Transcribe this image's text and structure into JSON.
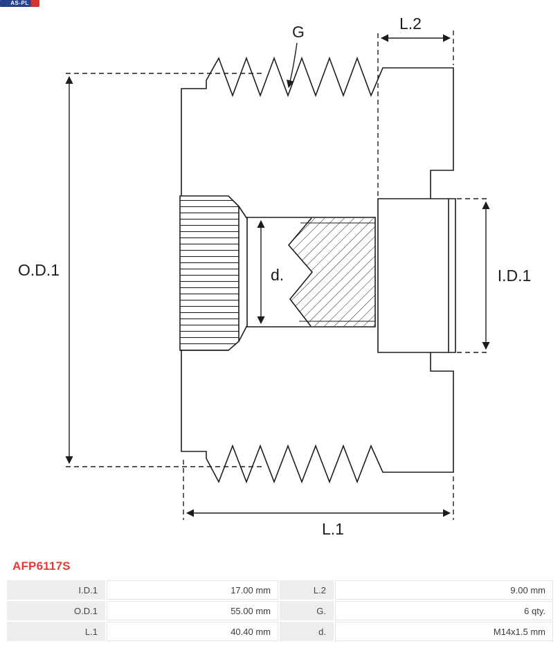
{
  "brand": {
    "logo_text": "AS-PL"
  },
  "product": {
    "code": "AFP6117S"
  },
  "diagram": {
    "labels": {
      "groove": "G",
      "length2": "L.2",
      "outer_diameter": "O.D.1",
      "bore": "d.",
      "inner_diameter": "I.D.1",
      "length1": "L.1"
    }
  },
  "specs": {
    "rows": [
      {
        "label_left": "I.D.1",
        "value_left": "17.00 mm",
        "label_right": "L.2",
        "value_right": "9.00 mm"
      },
      {
        "label_left": "O.D.1",
        "value_left": "55.00 mm",
        "label_right": "G.",
        "value_right": "6 qty."
      },
      {
        "label_left": "L.1",
        "value_left": "40.40 mm",
        "label_right": "d.",
        "value_right": "M14x1.5 mm"
      }
    ]
  },
  "colors": {
    "accent_red": "#e8392f",
    "line_color": "#1c1c1c",
    "table_label_bg": "#ededed",
    "table_border": "#e4e4e4"
  }
}
